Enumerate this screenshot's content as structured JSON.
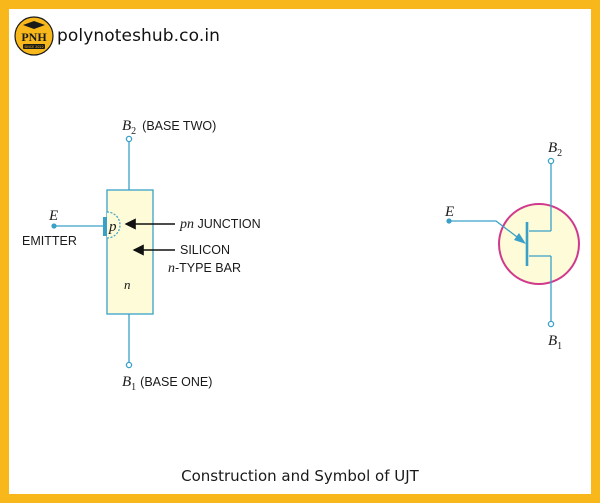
{
  "brand": {
    "site": "polynotеshub.co.in",
    "logo_text": "PNH",
    "logo_subtext": "SINCE 2022",
    "colors": {
      "border": "#f8b81c",
      "logo_fill": "#f8b81c",
      "logo_text": "#1a1a1a"
    }
  },
  "construction": {
    "b2_symbol": "B",
    "b2_subscript": "2",
    "b2_label": "(BASE TWO)",
    "b1_symbol": "B",
    "b1_subscript": "1",
    "b1_label": "(BASE ONE)",
    "e_symbol": "E",
    "emitter_label": "EMITTER",
    "p_label": "p",
    "n_label": "n",
    "junction_prefix": "pn",
    "junction_label": " JUNCTION",
    "silicon_label": "SILICON",
    "bar_prefix": "n",
    "bar_label": "-TYPE BAR",
    "colors": {
      "wire": "#3aa0c8",
      "bar_fill": "#fdfbd8",
      "bar_stroke": "#3aa0c8",
      "arrow": "#111111"
    }
  },
  "symbol": {
    "b2_symbol": "B",
    "b2_subscript": "2",
    "b1_symbol": "B",
    "b1_subscript": "1",
    "e_symbol": "E",
    "colors": {
      "circle_fill": "#fdfbd8",
      "circle_stroke": "#d03a8c",
      "wire": "#3aa0c8"
    }
  },
  "caption": "Construction and Symbol of UJT"
}
